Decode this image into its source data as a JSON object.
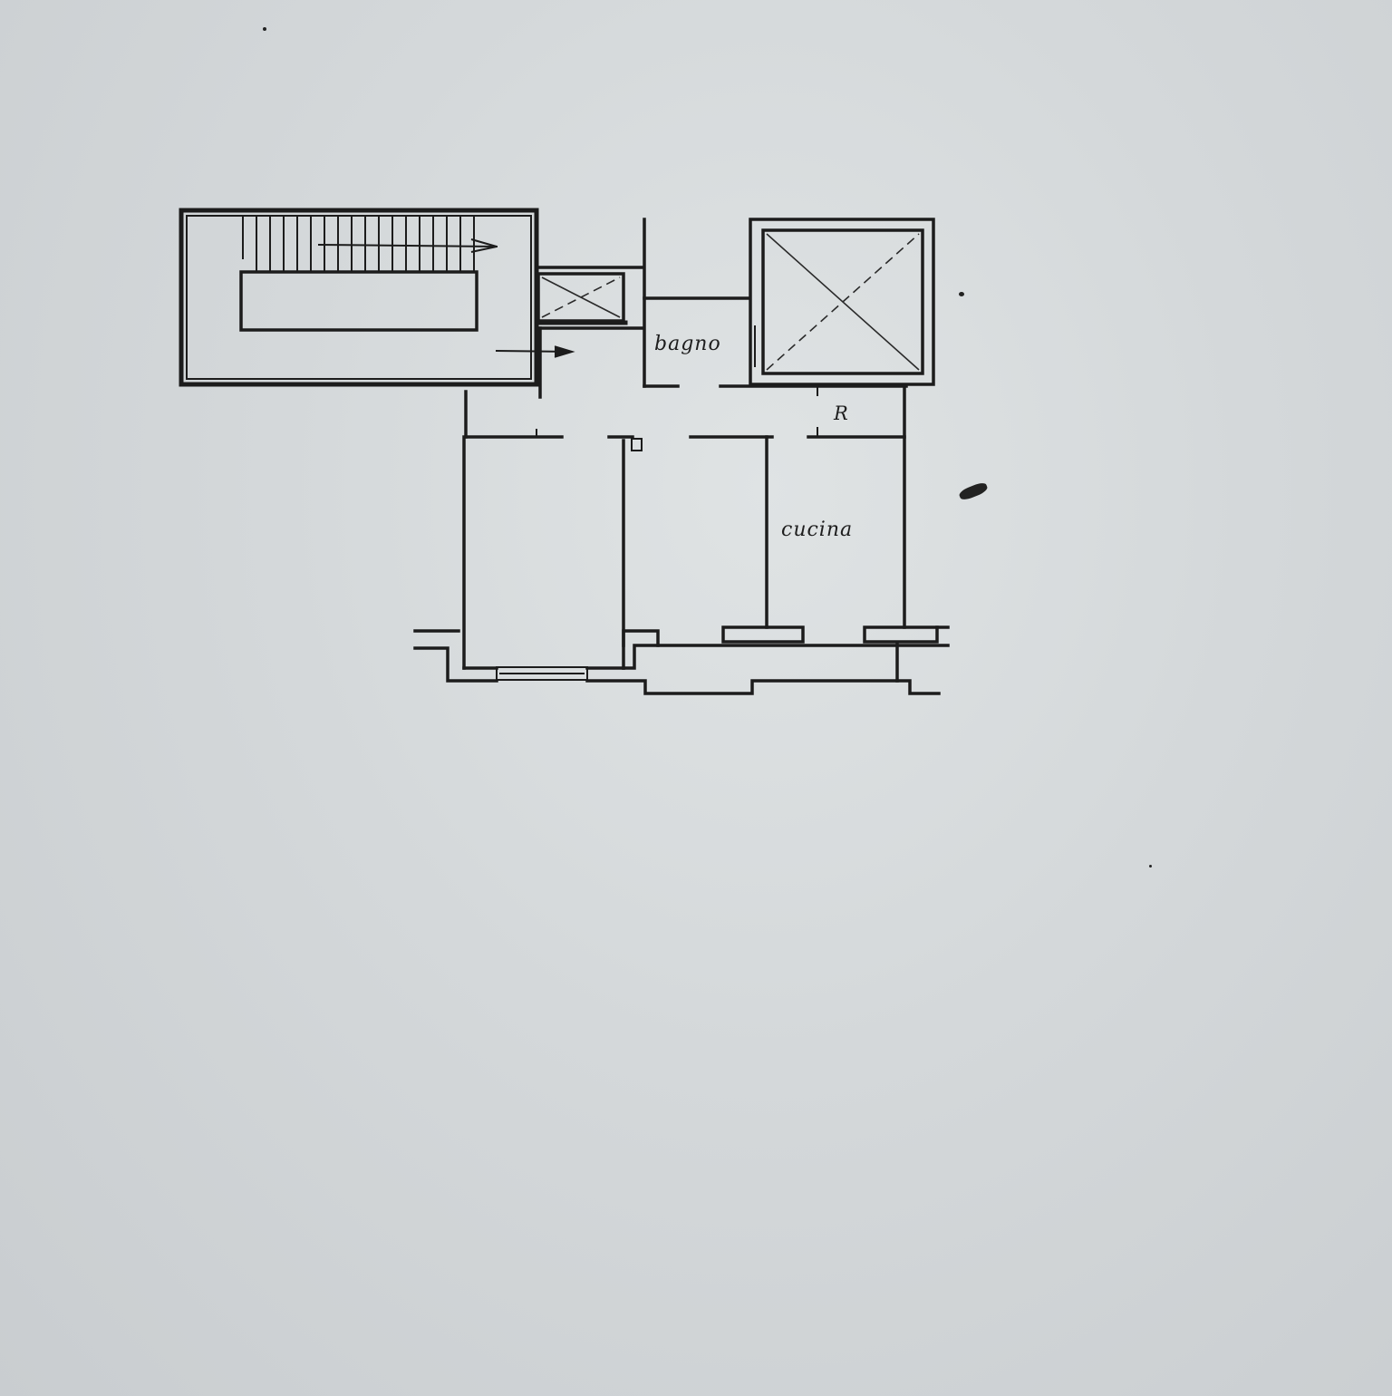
{
  "document": {
    "type": "floor-plan-scan",
    "paper_color": "#d6dadc",
    "ink_color": "#1c1c1c"
  },
  "rooms": {
    "bathroom": {
      "label": "bagno"
    },
    "closet": {
      "label": "R"
    },
    "kitchen": {
      "label": "cucina"
    }
  },
  "symbols": {
    "stairwell": "staircase-with-flight-arrows",
    "elevator_shaft": "crossed-box",
    "small_shaft": "crossed-box"
  }
}
